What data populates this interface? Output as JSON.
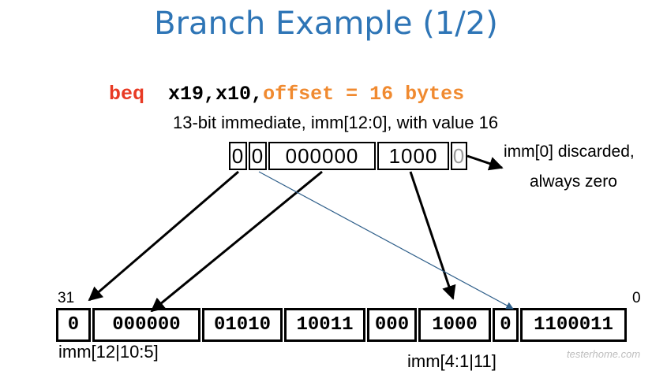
{
  "slide": {
    "title": "Branch Example (1/2)",
    "instruction": {
      "op": "beq",
      "operands": "x19,x10,",
      "offset": "offset = 16 bytes",
      "op_color": "#e83a24",
      "offset_color": "#f08a30"
    },
    "immediate_caption": "13-bit immediate, imm[12:0], with value 16",
    "immediate_boxes": [
      {
        "text": "0"
      },
      {
        "text": "0"
      },
      {
        "text": "000000"
      },
      {
        "text": "1000"
      },
      {
        "text": "0"
      }
    ],
    "notes": {
      "discarded_line1": "imm[0] discarded,",
      "discarded_line2": "always zero"
    },
    "bit_numbers": {
      "high": "31",
      "low": "0"
    },
    "instruction_fields": [
      {
        "text": "0"
      },
      {
        "text": "000000"
      },
      {
        "text": "01010"
      },
      {
        "text": "10011"
      },
      {
        "text": "000"
      },
      {
        "text": "1000"
      },
      {
        "text": "0"
      },
      {
        "text": "1100011"
      }
    ],
    "field_labels": {
      "left": "imm[12|10:5]",
      "right": "imm[4:1|11]"
    },
    "watermark": "testerhome.com",
    "colors": {
      "title": "#2e75b6",
      "thin_arrow": "#2f5f8a"
    }
  }
}
